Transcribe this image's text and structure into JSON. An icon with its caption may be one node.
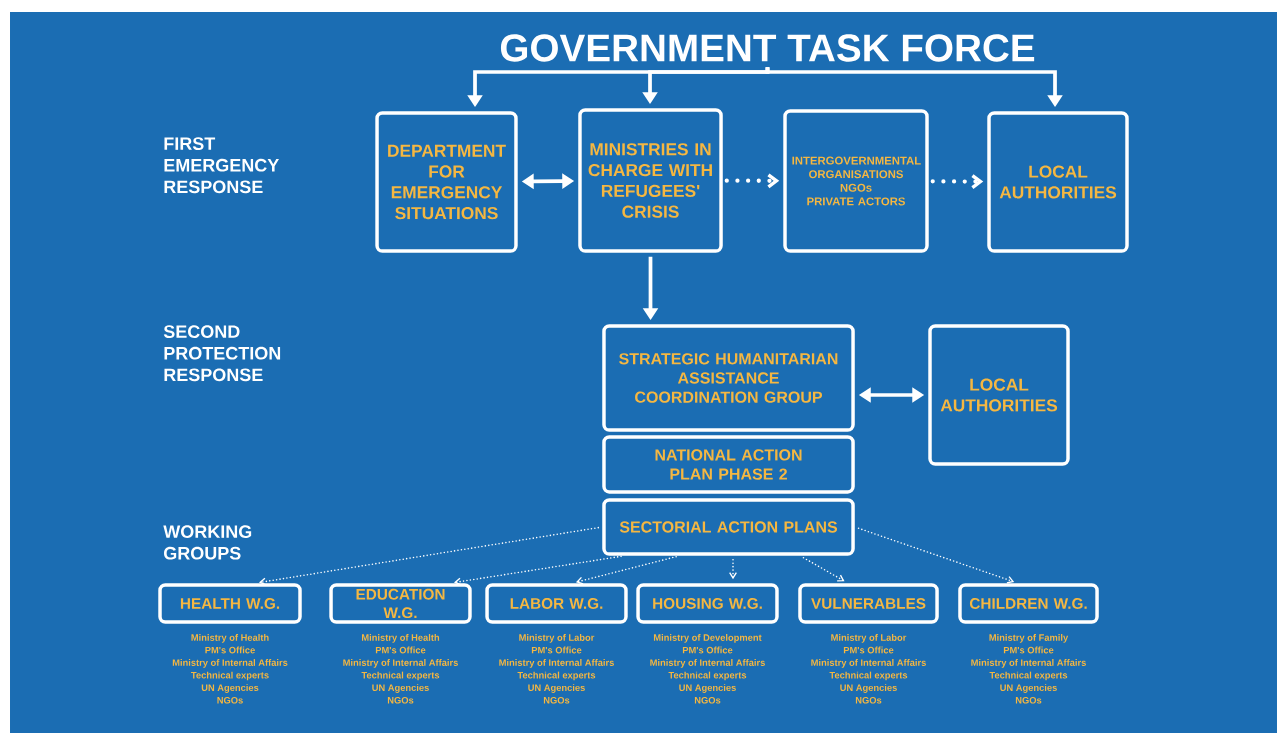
{
  "diagram": {
    "nodes": [
      {
        "text": [
          "GOVERNMENT TASK FORCE"
        ]
      },
      {
        "text": [
          "DEPARTMENT FOR EMERGENCY SITUATIONS"
        ]
      },
      {
        "text": [
          "MINISTRIES IN CHARGE WITH REFUGEES' CRISIS"
        ]
      },
      {
        "text": [
          "INTERGOVERNMENTAL ORGANISATIONS",
          "NGOs",
          "PRIVATE ACTORS"
        ]
      },
      {
        "text": [
          "LOCAL AUTHORITIES"
        ]
      },
      {
        "text": [
          "STRATEGIC HUMANITARIAN ASSISTANCE COORDINATION GROUP"
        ]
      },
      {
        "text": [
          "LOCAL AUTHORITIES"
        ]
      },
      {
        "text": [
          "NATIONAL ACTION PLAN PHASE 2"
        ]
      },
      {
        "text": [
          "SECTORIAL ACTION PLANS"
        ]
      },
      {
        "text": [
          "HEALTH W.G."
        ],
        "beside": [
          "Ministry of Health",
          "PM's Office",
          "Ministry of Internal Affairs",
          "Technical experts",
          "UN Agencies",
          "NGOs"
        ]
      },
      {
        "text": [
          "EDUCATION W.G."
        ],
        "beside": [
          "Ministry of Health",
          "PM's Office",
          "Ministry of Internal Affairs",
          "Technical experts",
          "UN Agencies",
          "NGOs"
        ]
      },
      {
        "text": [
          "LABOR W.G."
        ],
        "beside": [
          "Ministry of Labor",
          "PM's Office",
          "Ministry of Internal Affairs",
          "Technical experts",
          "UN Agencies",
          "NGOs"
        ]
      },
      {
        "text": [
          "HOUSING W.G."
        ],
        "beside": [
          "Ministry of Development",
          "PM's Office",
          "Ministry of Internal Affairs",
          "Technical experts",
          "UN Agencies",
          "NGOs"
        ]
      },
      {
        "text": [
          "VULNERABLES"
        ],
        "beside": [
          "Ministry of Labor",
          "PM's Office",
          "Ministry of Internal Affairs",
          "Technical experts",
          "UN Agencies",
          "NGOs"
        ]
      },
      {
        "text": [
          "CHILDREN W.G."
        ],
        "beside": [
          "Ministry of Family",
          "PM's Office",
          "Ministry of Internal Affairs",
          "Technical experts",
          "UN Agencies",
          "NGOs"
        ]
      }
    ],
    "edges": [
      {
        "from": 0,
        "to": 1,
        "arrow": "to"
      },
      {
        "from": 0,
        "to": 2,
        "arrow": "to"
      },
      {
        "from": 0,
        "to": 4,
        "arrow": "to"
      },
      {
        "from": 1,
        "to": 2,
        "arrow": "both"
      },
      {
        "from": 2,
        "to": 3,
        "arrow": "to",
        "style": "dashed"
      },
      {
        "from": 3,
        "to": 4,
        "arrow": "to",
        "style": "dashed"
      },
      {
        "from": 2,
        "to": 5,
        "arrow": "to"
      },
      {
        "from": 5,
        "to": 6,
        "arrow": "both"
      },
      {
        "from": 8,
        "to": 9,
        "arrow": "to",
        "style": "dashed"
      },
      {
        "from": 8,
        "to": 10,
        "arrow": "to",
        "style": "dashed"
      },
      {
        "from": 8,
        "to": 11,
        "arrow": "to",
        "style": "dashed"
      },
      {
        "from": 8,
        "to": 12,
        "arrow": "to",
        "style": "dashed"
      },
      {
        "from": 8,
        "to": 13,
        "arrow": "to",
        "style": "dashed"
      },
      {
        "from": 8,
        "to": 14,
        "arrow": "to",
        "style": "dashed"
      }
    ],
    "labels": [
      "FIRST EMERGENCY RESPONSE",
      "SECOND PROTECTION RESPONSE",
      "WORKING GROUPS"
    ]
  }
}
